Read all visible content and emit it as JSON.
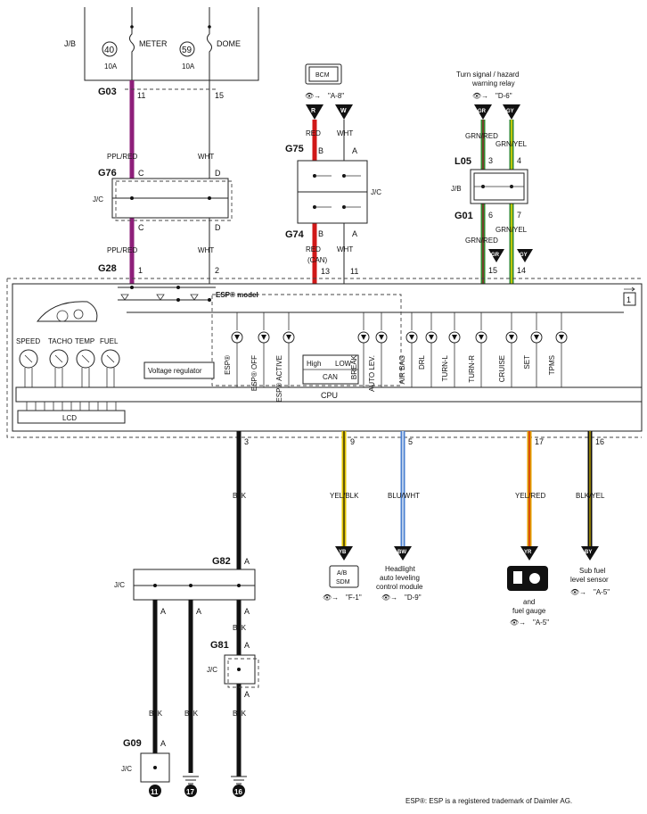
{
  "fuses": {
    "jb_label": "J/B",
    "fuse1": {
      "num": "40",
      "name": "METER",
      "rating": "10A"
    },
    "fuse2": {
      "num": "59",
      "name": "DOME",
      "rating": "10A"
    }
  },
  "connectors": {
    "g03": "G03",
    "g76": "G76",
    "g28": "G28",
    "g75": "G75",
    "g74": "G74",
    "l05": "L05",
    "g01": "G01",
    "g82": "G82",
    "g81": "G81",
    "g09": "G09"
  },
  "pins": {
    "p11": "11",
    "p15": "15",
    "pC": "C",
    "pD": "D",
    "p1": "1",
    "p2": "2",
    "pB": "B",
    "pA": "A",
    "p13": "13",
    "p11b": "11",
    "p3": "3",
    "p4": "4",
    "p6": "6",
    "p7": "7",
    "p15b": "15",
    "p14": "14",
    "p3b": "3",
    "p9": "9",
    "p5": "5",
    "p17": "17",
    "p16": "16"
  },
  "wires": {
    "ppl_red": "PPL/RED",
    "wht": "WHT",
    "red": "RED",
    "grn_red": "GRN/RED",
    "grn_yel": "GRN/YEL",
    "blk": "BLK",
    "yel_blk": "YEL/BLK",
    "blu_wht": "BLU/WHT",
    "yel_red": "YEL/RED",
    "blk_yel": "BLK/YEL",
    "can": "(CAN)"
  },
  "labels": {
    "jc": "J/C",
    "jb": "J/B",
    "bcm": "BCM",
    "ref_a8": "\"A-8\"",
    "ref_d6": "\"D-6\"",
    "relay_line1": "Turn signal / hazard",
    "relay_line2": "warning relay",
    "tri_r": "R",
    "tri_w": "W",
    "tri_gr": "GR",
    "tri_gy": "GY",
    "tri_yb": "YB",
    "tri_bw": "BW",
    "tri_yr": "YR",
    "tri_by": "BY",
    "esp_model": "ESP® model",
    "gauges": [
      "SPEED",
      "TACHO",
      "TEMP",
      "FUEL"
    ],
    "voltage_regulator": "Voltage regulator",
    "leds": [
      "ESP®",
      "ESP® OFF",
      "ESP® ACTIVE",
      "BREAK",
      "AUTO LEV.",
      "AIR BAG",
      "DRL",
      "TURN-L",
      "TURN-R",
      "CRUISE",
      "SET",
      "TPMS"
    ],
    "can_high": "High",
    "can_low": "LOW",
    "can": "CAN",
    "cpu": "CPU",
    "lcd": "LCD",
    "page_ref": "1",
    "ab_sdm_1": "A/B",
    "ab_sdm_2": "SDM",
    "ref_f1": "\"F-1\"",
    "headlight_1": "Headlight",
    "headlight_2": "auto leveling",
    "headlight_3": "control module",
    "ref_d9": "\"D-9\"",
    "fuel_1": "and",
    "fuel_2": "fuel gauge",
    "ref_a5a": "\"A-5\"",
    "subfuel_1": "Sub fuel",
    "subfuel_2": "level sensor",
    "ref_a5b": "\"A-5\"",
    "ground_11": "11",
    "ground_17": "17",
    "ground_16": "16",
    "trademark": "ESP®: ESP is a registered trademark of Daimler AG."
  },
  "colors": {
    "ppl_red": "#8e1f7a",
    "red": "#d01818",
    "grn_red_a": "#2f8a2f",
    "grn_red_b": "#8a2d2d",
    "grn_yel_a": "#2f8a2f",
    "grn_yel_b": "#e6d400",
    "yel": "#e3c400",
    "blu": "#4a7fd0",
    "yel_red_a": "#e3a000",
    "blk": "#111111"
  }
}
